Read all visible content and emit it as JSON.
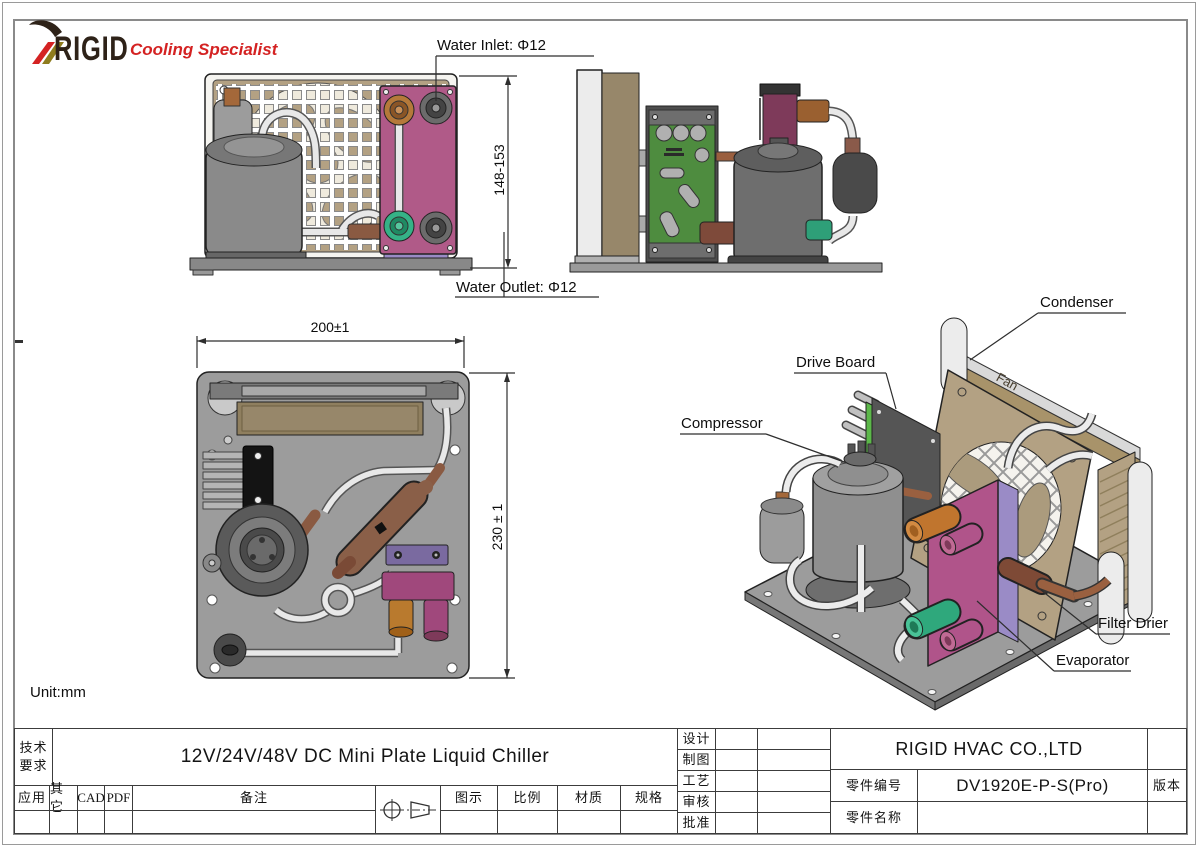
{
  "logo": {
    "brand": "RIGID",
    "tagline": "Cooling Specialist"
  },
  "annotations": {
    "water_inlet": "Water Inlet: Φ12",
    "water_outlet": "Water Outlet: Φ12",
    "height_range": "148-153",
    "width_dim": "200±1",
    "depth_dim": "230 ± 1",
    "unit": "Unit:mm",
    "fan": "Fan"
  },
  "part_labels": {
    "condenser": "Condenser",
    "drive_board": "Drive Board",
    "compressor": "Compressor",
    "filter_drier": "Filter Drier",
    "evaporator": "Evaporator"
  },
  "title_block": {
    "tech_line1": "技术",
    "tech_line2": "要求",
    "product_title": "12V/24V/48V DC Mini Plate Liquid Chiller",
    "application": "应用",
    "other": "其它",
    "cad": "CAD",
    "pdf": "PDF",
    "remarks": "备注",
    "diagram": "图示",
    "scale": "比例",
    "material": "材质",
    "spec": "规格",
    "design": "设计",
    "draft": "制图",
    "process": "工艺",
    "check": "审核",
    "approve": "批准",
    "company": "RIGID HVAC CO.,LTD",
    "part_no_label": "零件编号",
    "part_no": "DV1920E-P-S(Pro)",
    "part_name_label": "零件名称",
    "version_label": "版本"
  },
  "colors": {
    "evaporator_pink": "#b0548a",
    "fan_tan": "#b3a183",
    "pcb_green": "#4e8c3f",
    "fitting_green": "#2fa87c",
    "fitting_orange": "#c0752e",
    "copper": "#9a6040",
    "mount_purple": "#9a8bc6",
    "logo_red": "#d42222",
    "line": "#333333"
  }
}
